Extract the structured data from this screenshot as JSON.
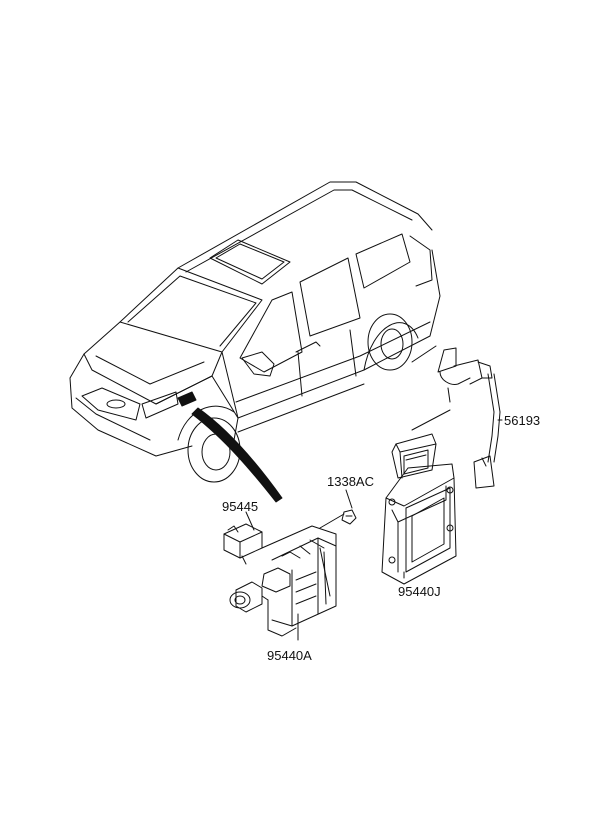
{
  "diagram": {
    "line_color": "#111111",
    "labels": {
      "p56193": "56193",
      "p1338ac": "1338AC",
      "p95445": "95445",
      "p95440j": "95440J",
      "p95440a": "95440A"
    }
  }
}
